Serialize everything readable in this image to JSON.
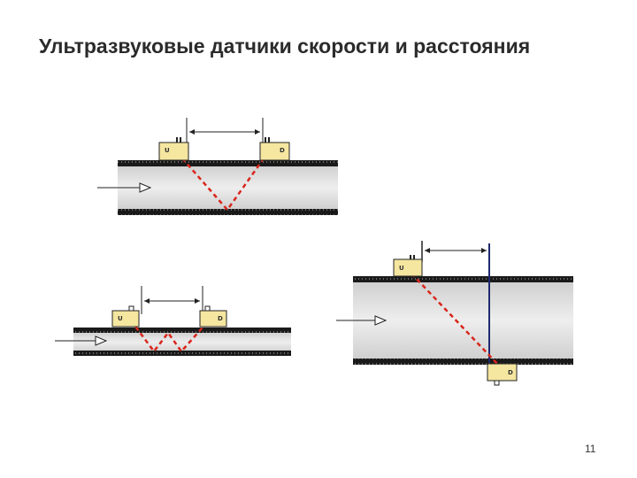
{
  "slide": {
    "title": "Ультразвуковые датчики скорости и расстояния",
    "page_number": "11"
  },
  "sensors": {
    "upstream_label": "U",
    "downstream_label": "D"
  },
  "colors": {
    "beam": "#d9261c",
    "sensor_fill": "#f5e6a0",
    "pipe_fill": "#dcdcdc",
    "pipe_wall": "#222222",
    "vertical_line": "#1e2a6e"
  }
}
